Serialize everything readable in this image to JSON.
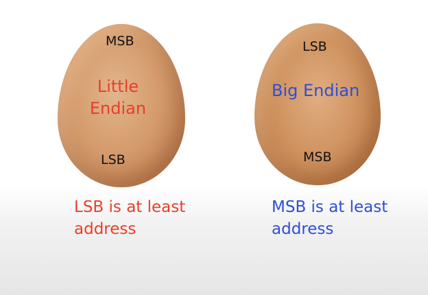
{
  "colors": {
    "little_endian": "#e8402a",
    "big_endian": "#2d4fd6",
    "egg_text": "#111111"
  },
  "little_endian": {
    "top_label": "MSB",
    "title_line1": "Little",
    "title_line2": "Endian",
    "bottom_label": "LSB",
    "caption_line1": "LSB is at least",
    "caption_line2": "address"
  },
  "big_endian": {
    "top_label": "LSB",
    "title": "Big Endian",
    "bottom_label": "MSB",
    "caption_line1": "MSB is at least",
    "caption_line2": "address"
  }
}
